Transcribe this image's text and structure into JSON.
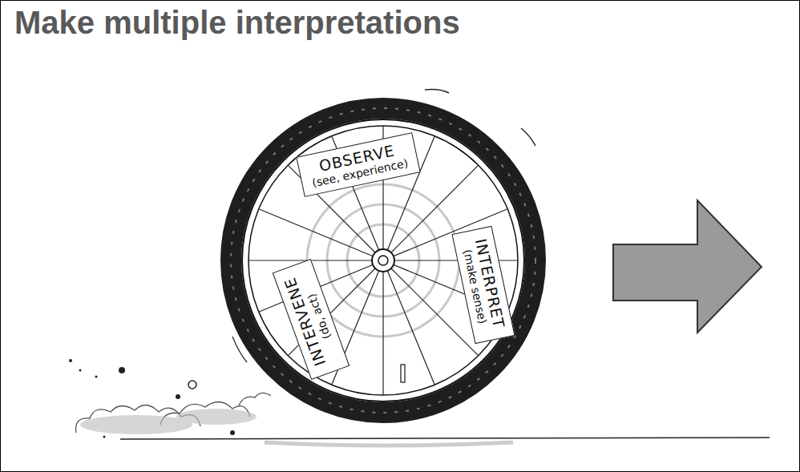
{
  "diagram": {
    "title": "Make multiple interpretations",
    "nodes": [
      {
        "text": [
          "OBSERVE",
          "(see, experience)"
        ]
      },
      {
        "text": [
          "INTERPRET",
          "(make sense)"
        ]
      },
      {
        "text": [
          "INTERVENE",
          "(do, act)"
        ]
      }
    ]
  }
}
